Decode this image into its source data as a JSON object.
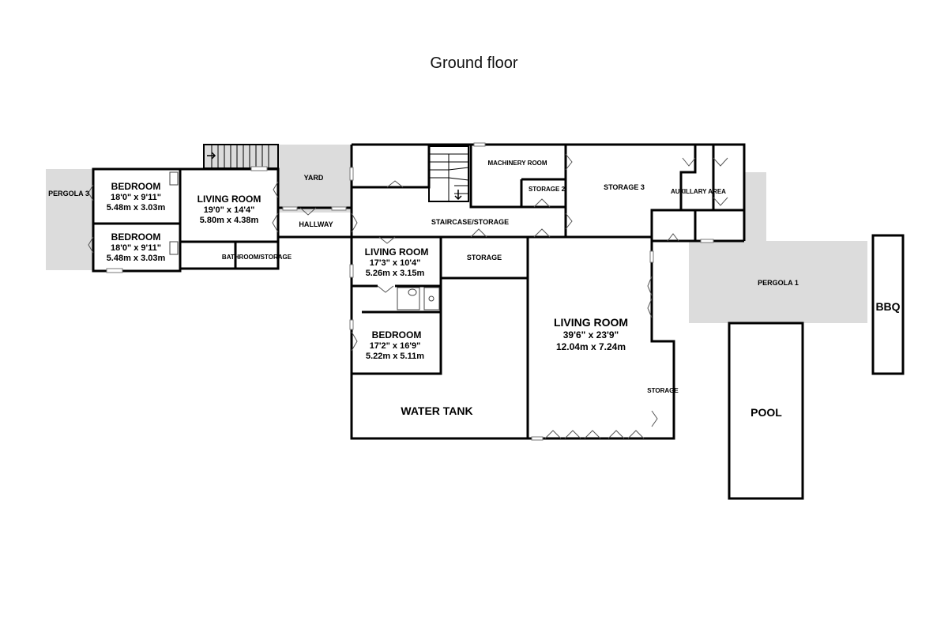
{
  "title": "Ground floor",
  "rooms": {
    "pergola3": {
      "name": "PERGOLA 3"
    },
    "bedroom1": {
      "name": "BEDROOM",
      "dim_imperial": "18'0\"  x 9'11\"",
      "dim_metric": "5.48m  x 3.03m"
    },
    "bedroom2": {
      "name": "BEDROOM",
      "dim_imperial": "18'0\"  x 9'11\"",
      "dim_metric": "5.48m  x 3.03m"
    },
    "living_left": {
      "name": "LIVING ROOM",
      "dim_imperial": "19'0\"  x 14'4\"",
      "dim_metric": "5.80m  x 4.38m"
    },
    "bathroom_storage": {
      "name": "BATHROOM/STORAGE"
    },
    "yard": {
      "name": "YARD"
    },
    "hallway": {
      "name": "HALLWAY"
    },
    "staircase_storage": {
      "name": "STAIRCASE/STORAGE"
    },
    "machinery_room": {
      "name": "MACHINERY ROOM"
    },
    "storage2": {
      "name": "STORAGE 2"
    },
    "storage3": {
      "name": "STORAGE 3"
    },
    "auxillary_area": {
      "name": "AUXILLARY AREA"
    },
    "living_mid": {
      "name": "LIVING ROOM",
      "dim_imperial": "17'3\"  x 10'4\"",
      "dim_metric": "5.26m  x 3.15m"
    },
    "storage_mid": {
      "name": "STORAGE"
    },
    "bedroom3": {
      "name": "BEDROOM",
      "dim_imperial": "17'2\"  x 16'9\"",
      "dim_metric": "5.22m  x 5.11m"
    },
    "water_tank": {
      "name": "WATER TANK"
    },
    "living_big": {
      "name": "LIVING ROOM",
      "dim_imperial": "39'6\"  x 23'9\"",
      "dim_metric": "12.04m  x 7.24m"
    },
    "storage_right": {
      "name": "STORAGE"
    },
    "pergola1": {
      "name": "PERGOLA 1"
    },
    "bbq": {
      "name": "BBQ"
    },
    "pool": {
      "name": "POOL"
    }
  }
}
